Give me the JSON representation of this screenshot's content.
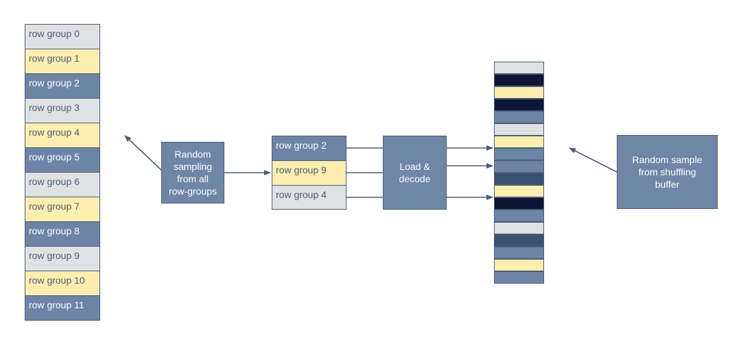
{
  "colors": {
    "grey": "#dfe1e3",
    "yellow": "#fdeeaf",
    "blue": "#6d84a6",
    "dark_navy": "#0e1636",
    "steel": "#3b5170",
    "border": "#4a5d78"
  },
  "row_groups": [
    {
      "label": "row group 0",
      "color": "grey"
    },
    {
      "label": "row group 1",
      "color": "yellow"
    },
    {
      "label": "row group 2",
      "color": "blue"
    },
    {
      "label": "row group 3",
      "color": "grey"
    },
    {
      "label": "row group 4",
      "color": "yellow"
    },
    {
      "label": "row group 5",
      "color": "blue"
    },
    {
      "label": "row group 6",
      "color": "grey"
    },
    {
      "label": "row group 7",
      "color": "yellow"
    },
    {
      "label": "row group 8",
      "color": "blue"
    },
    {
      "label": "row group 9",
      "color": "grey"
    },
    {
      "label": "row group 10",
      "color": "yellow"
    },
    {
      "label": "row group 11",
      "color": "blue"
    }
  ],
  "random_sampling_box": {
    "label": "Random\nsampling\nfrom all\nrow-groups"
  },
  "sampled_groups": [
    {
      "label": "row group 2",
      "color": "blue"
    },
    {
      "label": "row group 9",
      "color": "yellow"
    },
    {
      "label": "row group 4",
      "color": "grey"
    }
  ],
  "load_decode_box": {
    "label": "Load &\ndecode"
  },
  "shuffle_box": {
    "label": "Random sample\nfrom shuffling\nbuffer"
  },
  "buffer_rows": [
    "grey",
    "dark_navy",
    "yellow",
    "dark_navy",
    "blue",
    "grey",
    "yellow",
    "blue",
    "blue",
    "steel",
    "yellow",
    "dark_navy",
    "blue",
    "grey",
    "steel",
    "blue",
    "yellow",
    "blue"
  ]
}
